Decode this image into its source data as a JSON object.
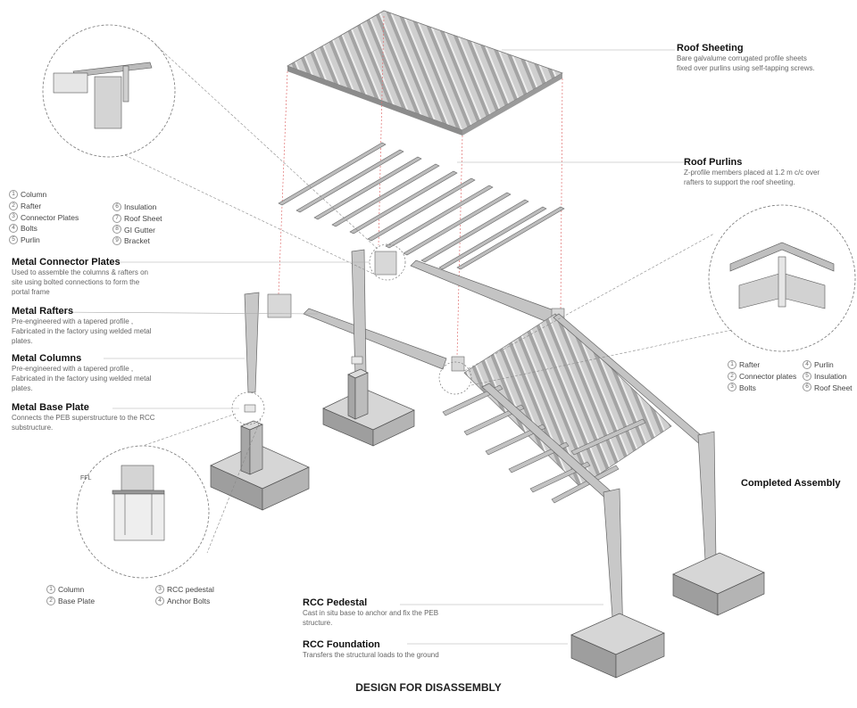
{
  "callouts": {
    "roof_sheeting": {
      "title": "Roof Sheeting",
      "desc": [
        "Bare galvalume corrugated profile sheets",
        "fixed over purlins using self-tapping screws."
      ]
    },
    "roof_purlins": {
      "title": "Roof Purlins",
      "desc": [
        "Z-profile members placed at 1.2 m c/c over",
        "rafters to support the roof sheeting."
      ]
    },
    "connector_plates": {
      "title": "Metal Connector Plates",
      "desc": [
        "Used to assemble the columns & rafters on",
        "site using bolted connections to form the",
        "portal frame"
      ]
    },
    "rafters": {
      "title": "Metal Rafters",
      "desc": [
        "Pre-engineered with a tapered profile ,",
        "Fabricated in the factory using welded metal",
        "plates."
      ]
    },
    "columns": {
      "title": "Metal Columns",
      "desc": [
        "Pre-engineered with a tapered profile ,",
        "Fabricated in the factory using welded metal",
        "plates."
      ]
    },
    "base_plate": {
      "title": "Metal Base Plate",
      "desc": [
        "Connects the PEB superstructure to the RCC",
        "substructure."
      ]
    },
    "rcc_pedestal": {
      "title": "RCC Pedestal",
      "desc": [
        "Cast in situ base to anchor and fix the PEB",
        "structure."
      ]
    },
    "rcc_foundation": {
      "title": "RCC Foundation",
      "desc": [
        "Transfers the structural loads to the ground"
      ]
    },
    "completed": {
      "title": "Completed Assembly"
    }
  },
  "legend_top_left": [
    {
      "n": "1",
      "label": "Column"
    },
    {
      "n": "2",
      "label": "Rafter"
    },
    {
      "n": "3",
      "label": "Connector Plates"
    },
    {
      "n": "4",
      "label": "Bolts"
    },
    {
      "n": "5",
      "label": "Purlin"
    },
    {
      "n": "6",
      "label": "Insulation"
    },
    {
      "n": "7",
      "label": "Roof Sheet"
    },
    {
      "n": "8",
      "label": "GI Gutter"
    },
    {
      "n": "9",
      "label": "Bracket"
    }
  ],
  "legend_right": [
    {
      "n": "1",
      "label": "Rafter"
    },
    {
      "n": "2",
      "label": "Connector plates"
    },
    {
      "n": "3",
      "label": "Bolts"
    },
    {
      "n": "4",
      "label": "Purlin"
    },
    {
      "n": "5",
      "label": "Insulation"
    },
    {
      "n": "6",
      "label": "Roof Sheet"
    }
  ],
  "legend_bottom_left": [
    {
      "n": "1",
      "label": "Column"
    },
    {
      "n": "2",
      "label": "Base Plate"
    },
    {
      "n": "3",
      "label": "RCC pedestal"
    },
    {
      "n": "4",
      "label": "Anchor Bolts"
    }
  ],
  "detail_base": {
    "ffl": "FFL"
  },
  "footer": "DESIGN FOR DISASSEMBLY",
  "colors": {
    "steel": "#b5b5b5",
    "concrete": "#c8c8c8",
    "guide": "#e07070",
    "leader": "#999999"
  }
}
